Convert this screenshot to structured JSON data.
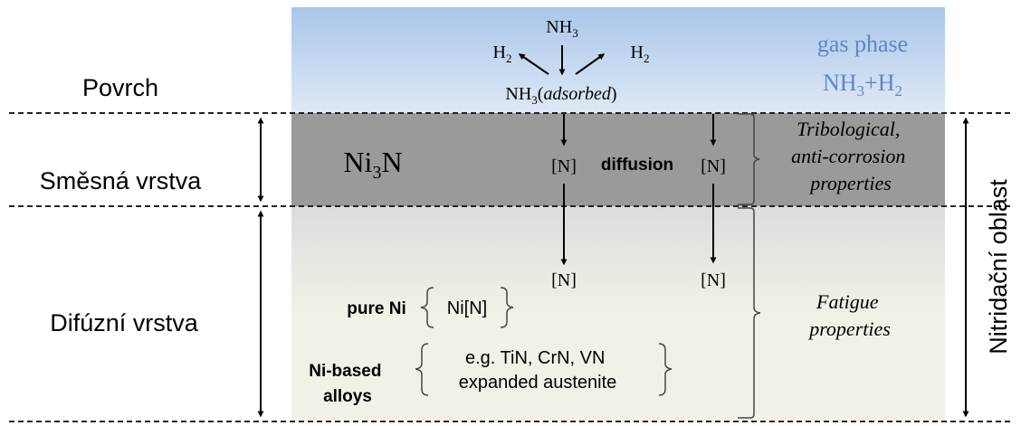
{
  "left_labels": {
    "surface": "Povrch",
    "compound_layer": "Směsná vrstva",
    "diffusion_layer": "Difúzní vrstva"
  },
  "right_label": "Nitridační oblast",
  "gas": {
    "nh3_sym": "NH",
    "nh3_sub": "3",
    "h2_left_sym": "H",
    "h2_left_sub": "2",
    "h2_right_sym": "H",
    "h2_right_sub": "2",
    "adsorbed_sym": "NH",
    "adsorbed_sub": "3",
    "adsorbed_open": "(",
    "adsorbed_word": "adsorbed",
    "adsorbed_close": ")",
    "phase_label": "gas phase",
    "phase_formula_a": "NH",
    "phase_formula_a_sub": "3",
    "phase_formula_b": "+H",
    "phase_formula_b_sub": "2"
  },
  "compound": {
    "formula_a": "Ni",
    "formula_sub": "3",
    "formula_b": "N",
    "n_left": "[N]",
    "diffusion": "diffusion",
    "n_right": "[N]",
    "properties": [
      "Tribological,",
      "anti-corrosion",
      "properties"
    ]
  },
  "diffusion_zone": {
    "n_left": "[N]",
    "n_right": "[N]",
    "pure_ni_label": "pure Ni",
    "pure_ni_content": "Ni[N]",
    "alloys_label": [
      "Ni-based",
      "alloys"
    ],
    "alloys_content": [
      "e.g. TiN, CrN, VN",
      "expanded austenite"
    ],
    "properties": [
      "Fatigue",
      "properties"
    ]
  },
  "colors": {
    "gas_top": "#a9c6e9",
    "gas_bottom": "#dfe9f6",
    "compound": "#9a9a9a",
    "diffusion_top": "#dcdcdc",
    "diffusion_bottom": "#f3f1e6",
    "gas_text": "#5e86c9"
  }
}
